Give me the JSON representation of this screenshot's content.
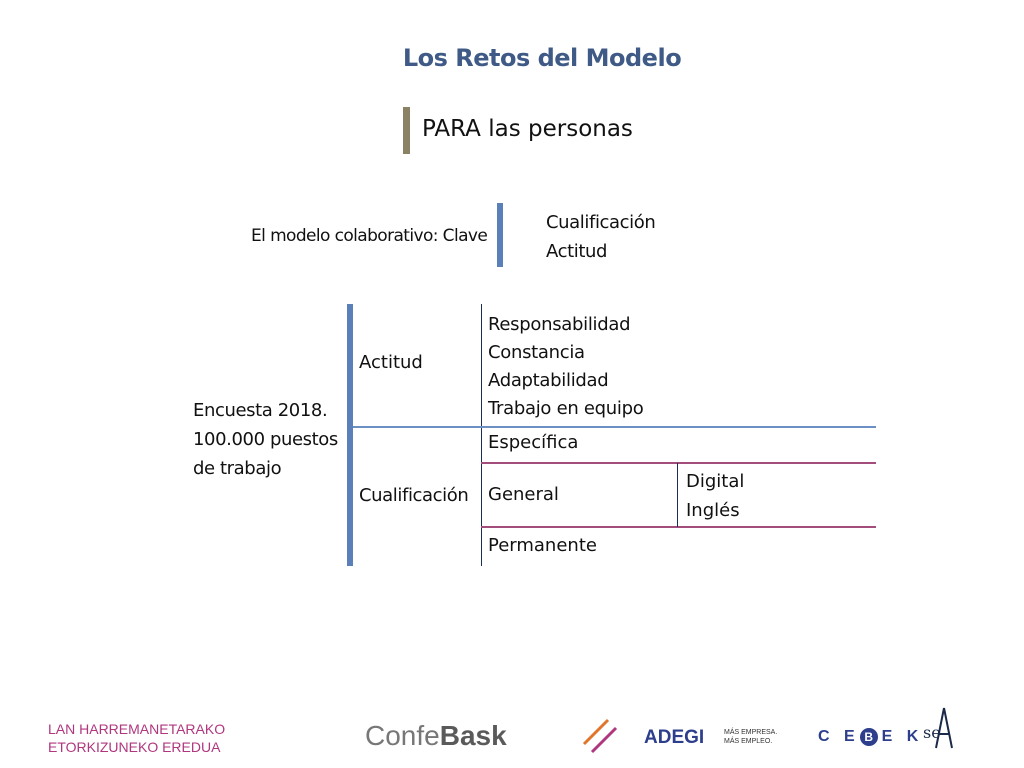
{
  "slide": {
    "title": "Los Retos del Modelo",
    "subtitle": "PARA las personas",
    "clave": {
      "label": "El modelo colaborativo: Clave",
      "items": [
        "Cualificación",
        "Actitud"
      ]
    },
    "encuesta": {
      "lines": [
        "Encuesta 2018.",
        "100.000 puestos",
        "de trabajo"
      ]
    },
    "actitud": {
      "label": "Actitud",
      "items": [
        "Responsabilidad",
        "Constancia",
        "Adaptabilidad",
        "Trabajo en equipo"
      ]
    },
    "cualificacion": {
      "label": "Cualificación",
      "especifica": "Específica",
      "general": "General",
      "general_items": [
        "Digital",
        "Inglés"
      ],
      "permanente": "Permanente"
    }
  },
  "footer": {
    "text_lines": [
      "LAN HARREMANETARAKO",
      "ETORKIZUNEKO EREDUA"
    ],
    "logos": {
      "confebask_a": "Confe",
      "confebask_b": "Bask",
      "adegi": "ADEGI",
      "adegi_sub": [
        "MÁS EMPRESA.",
        "MÁS EMPLEO."
      ],
      "cebek_b": "B",
      "cebek_rest": "CE EK",
      "sea": "sea"
    },
    "colors": {
      "footer_text": "#b0367e",
      "accent_blue": "#5b7fb8",
      "accent_pink": "#a34d7d"
    }
  }
}
